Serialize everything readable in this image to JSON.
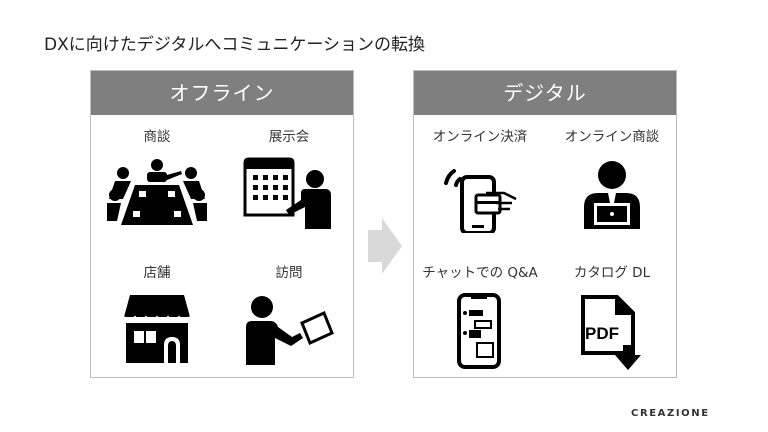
{
  "title": "DXに向けたデジタルへコミュニケーションの転換",
  "offline": {
    "header": "オフライン",
    "items": [
      {
        "label": "商談",
        "icon": "meeting-icon"
      },
      {
        "label": "展示会",
        "icon": "exhibition-icon"
      },
      {
        "label": "店舗",
        "icon": "store-icon"
      },
      {
        "label": "訪問",
        "icon": "visit-icon"
      }
    ]
  },
  "digital": {
    "header": "デジタル",
    "items": [
      {
        "label": "オンライン決済",
        "icon": "mobile-payment-icon"
      },
      {
        "label": "オンライン商談",
        "icon": "online-meeting-icon"
      },
      {
        "label": "チャットでの Q&A",
        "icon": "chat-icon"
      },
      {
        "label": "カタログ DL",
        "icon": "pdf-download-icon",
        "icon_text": "PDF"
      }
    ]
  },
  "brand": "CREAZIONE",
  "colors": {
    "header_bg": "#7f7f7f",
    "arrow": "#d9d9d9",
    "border": "#bdbdbd"
  }
}
